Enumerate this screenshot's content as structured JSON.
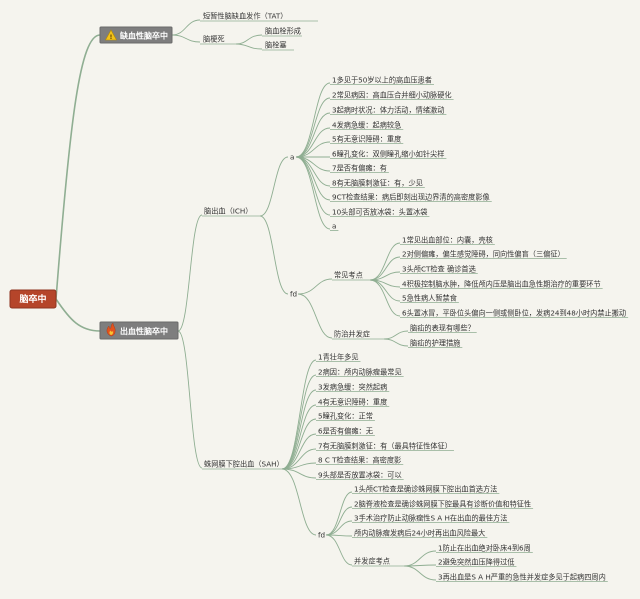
{
  "root": {
    "label": "脑卒中"
  },
  "ischemic": {
    "label": "缺血性脑卒中",
    "icon": "yellow-warning-icon",
    "children": {
      "tat": "短暂性脑缺血发作（TAT）",
      "infarct": "脑梗死",
      "infarct_children": [
        "脑血栓形成",
        "脑栓塞"
      ]
    }
  },
  "hemorrhagic": {
    "label": "出血性脑卒中",
    "icon": "fire-icon",
    "ich": {
      "label": "脑出血（ICH）",
      "a_label": "a",
      "a_items": [
        "1多见于50岁以上的高血压患者",
        "2常见病因：高血压合并细小动脉硬化",
        "3起病时状况：体力活动，情绪激动",
        "4发病急缓：起病较急",
        "5有无意识障碍：重度",
        "6瞳孔变化：双侧瞳孔缩小如针尖样",
        "7是否有偏瘫：有",
        "8有无脑膜刺激征：有，少见",
        "9CT检查结果：病后即刻出现边界清的高密度影像",
        "10头部可否放冰袋：头置冰袋",
        "a"
      ],
      "fd_label": "fd",
      "key_points": {
        "label": "常见考点",
        "items": [
          "1常见出血部位：内囊，壳核",
          "2对侧偏瘫，偏生感觉障碍，同向性偏盲（三偏征）",
          "3头颅CT检查 确诊首选",
          "4积极控制脑水肿，降低颅内压是脑出血急性期治疗的重要环节",
          "5急性病人暂禁食",
          "6头置冰冒，平卧位头偏向一侧或侧卧位，发病24到48小时内禁止搬动"
        ]
      },
      "complications": {
        "label": "防治并发症",
        "items": [
          "脑疝的表现有哪些？",
          "脑疝的护理措施"
        ]
      }
    },
    "sah": {
      "label": "蛛网膜下腔出血（SAH）",
      "items": [
        "1青壮年多见",
        "2病因：颅内动脉瘤最常见",
        "3发病急缓：突然起病",
        "4有无意识障碍：重度",
        "5瞳孔变化：正常",
        "6是否有偏瘫：无",
        "7有无脑膜刺激征：有（最具特征性体征）",
        "8 C T检查结果：高密度影",
        "9头部是否放置冰袋：可以"
      ],
      "fd_label": "fd",
      "fd_items": [
        "1头颅CT检查是确诊蛛网膜下腔出血首选方法",
        "2脑脊液检查是确诊蛛网膜下腔最具有诊断价值和特征性",
        "3手术治疗防止动脉瘤性S A H在出血的最佳方法",
        "颅内动脉瘤发病后24小时再出血风险最大"
      ],
      "complications": {
        "label": "并发症考点",
        "items": [
          "1防止在出血绝对卧床4到6周",
          "2避免突然血压降得过低",
          "3再出血是S A H严重的急性并发症多见于起病四周内"
        ]
      }
    }
  },
  "colors": {
    "background": "#f5f4ee",
    "root_fill": "#b5452a",
    "main_fill": "#7e7e7e",
    "edge": "#8fae92",
    "text": "#333333"
  }
}
